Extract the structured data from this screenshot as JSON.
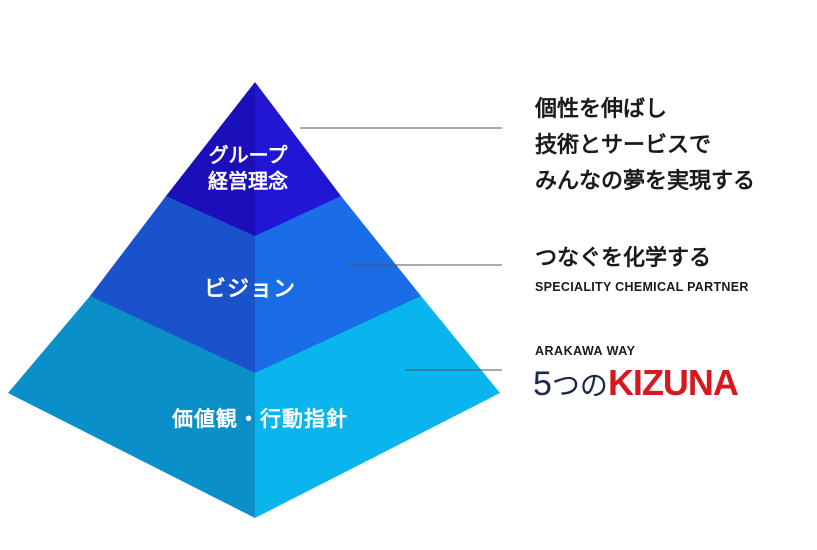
{
  "tiers": {
    "top": {
      "label_line1": "グループ",
      "label_line2": "経営理念"
    },
    "middle": {
      "label": "ビジョン"
    },
    "bottom": {
      "label": "価値観・行動指針"
    }
  },
  "descriptions": {
    "top": {
      "line1": "個性を伸ばし",
      "line2": "技術とサービスで",
      "line3": "みんなの夢を実現する"
    },
    "middle": {
      "line1": "つなぐを化学する",
      "sub": "SPECIALITY CHEMICAL PARTNER"
    },
    "bottom": {
      "sub": "ARAKAWA WAY",
      "number": "5",
      "particle": "つの",
      "word": "KIZUNA"
    }
  },
  "colors": {
    "top_left": "#1a0fb8",
    "top_right": "#2016d4",
    "mid_left": "#1a52cc",
    "mid_right": "#1a6de6",
    "bot_left": "#0a8fc9",
    "bot_right": "#0ab4ec",
    "leader_line": "#555555",
    "kizuna_red": "#d7191f",
    "navy": "#1b2a4a"
  }
}
